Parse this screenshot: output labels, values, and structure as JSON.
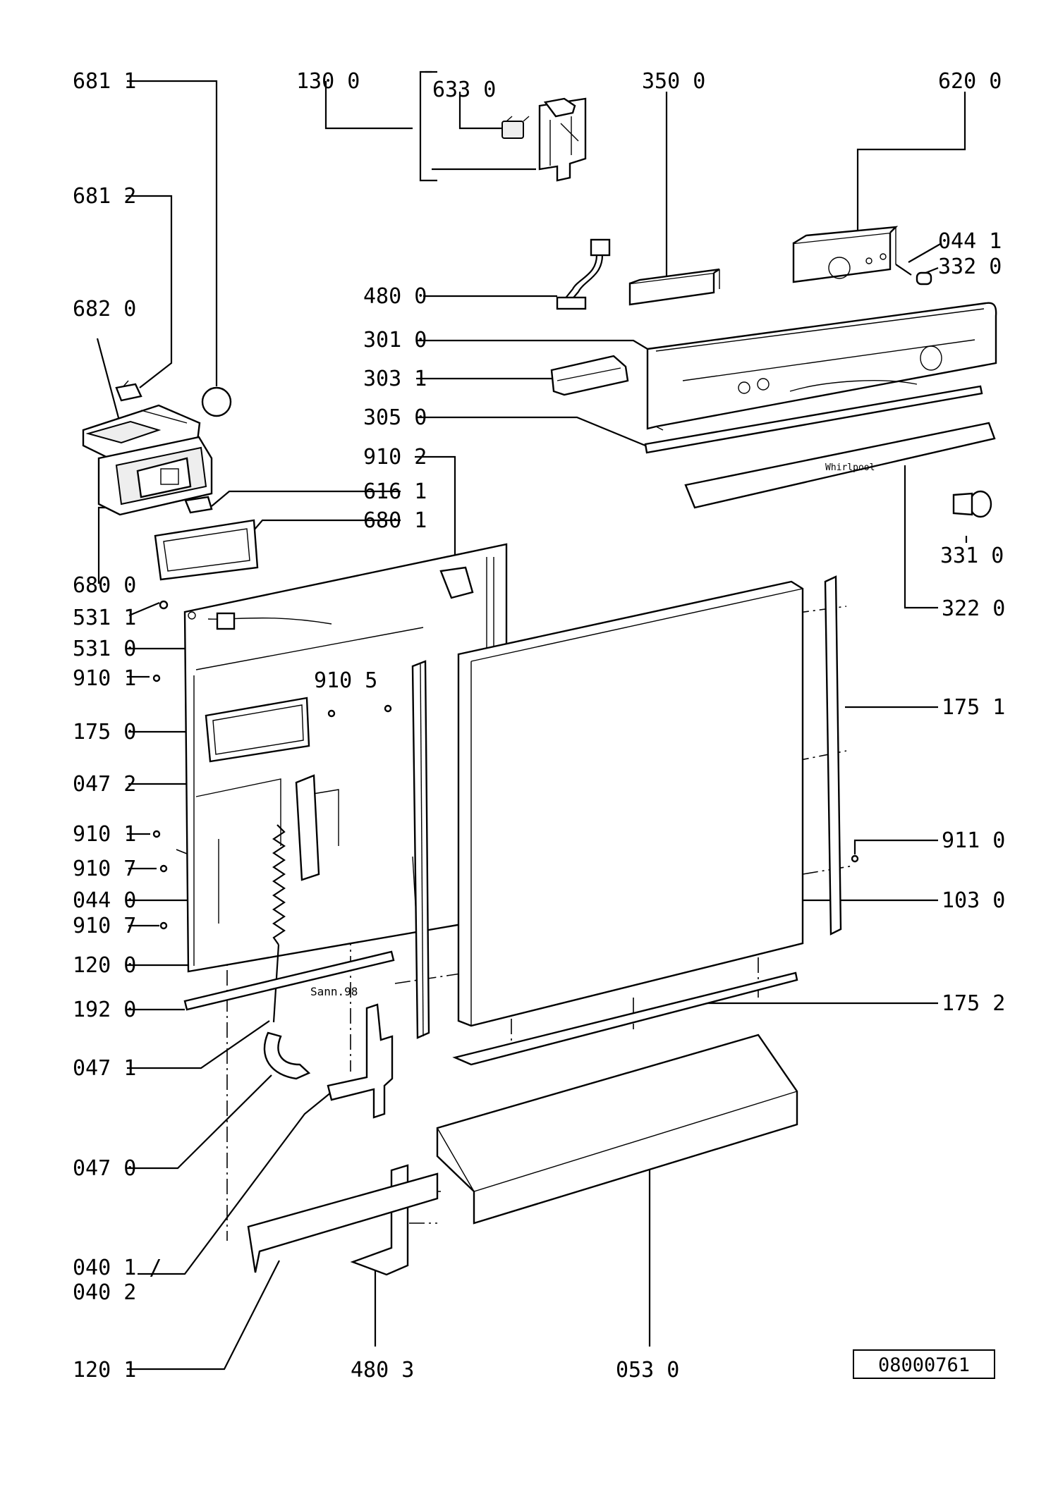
{
  "doc_number": "08000761",
  "stamp_text": "Sann.98",
  "labels": {
    "l6811": "681 1",
    "l1300": "130 0",
    "l6330": "633 0",
    "l3500": "350 0",
    "l6200": "620 0",
    "l6812": "681 2",
    "l0441": "044 1",
    "l3320": "332 0",
    "l4800": "480 0",
    "l6820": "682 0",
    "l3010": "301 0",
    "l3031": "303 1",
    "l3050": "305 0",
    "l9102": "910 2",
    "l6161": "616 1",
    "l6801": "680 1",
    "l3310": "331 0",
    "l6800": "680 0",
    "l5311": "531 1",
    "l3220": "322 0",
    "l5310": "531 0",
    "l9101a": "910 1",
    "l9105": "910 5",
    "l1751": "175 1",
    "l1750": "175 0",
    "l0472": "047 2",
    "l9101b": "910 1",
    "l9110": "911 0",
    "l9107a": "910 7",
    "l0440": "044 0",
    "l1030": "103 0",
    "l9107b": "910 7",
    "l1200": "120 0",
    "l1920": "192 0",
    "l1752": "175 2",
    "l0471": "047 1",
    "l0470": "047 0",
    "l0401": "040 1 /",
    "l0402": "040 2",
    "l1201": "120 1",
    "l4803": "480 3",
    "l0530": "053 0"
  }
}
